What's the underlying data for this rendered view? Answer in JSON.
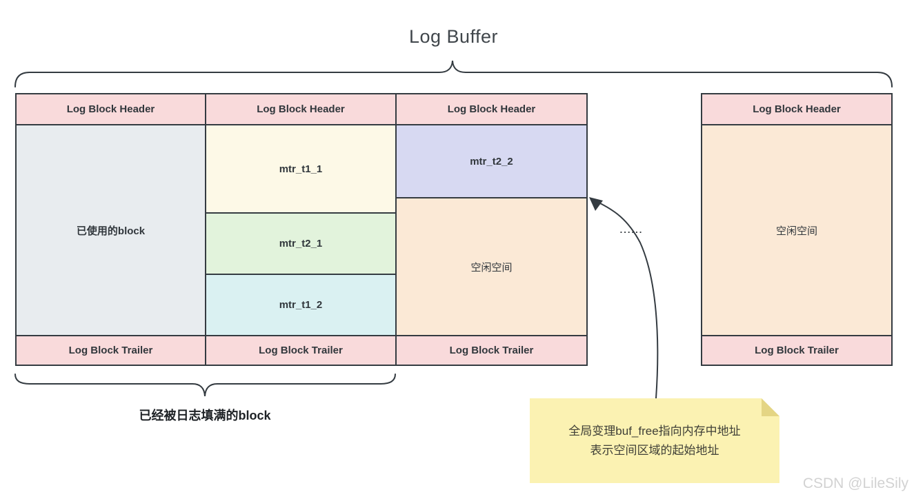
{
  "title": "Log Buffer",
  "ellipsis": "......",
  "bottom_label": "已经被日志填满的block",
  "note": {
    "line1": "全局变理buf_free指向内存中地址",
    "line2": "表示空间区域的起始地址"
  },
  "watermark": "CSDN @LileSily",
  "colors": {
    "stroke": "#343b41",
    "pink": "#f9dadb",
    "gray": "#e8ecef",
    "cream": "#fdf9e7",
    "green": "#e2f3dc",
    "cyan": "#daf1f2",
    "lavender": "#d7d9f2",
    "peach": "#fbe9d6",
    "note_bg": "#fbf2b2",
    "note_fold": "#e4d584"
  },
  "blocks": [
    {
      "header": "Log Block Header",
      "trailer": "Log Block Trailer",
      "regions": [
        {
          "label": "已使用的block"
        }
      ]
    },
    {
      "header": "Log Block Header",
      "trailer": "Log Block Trailer",
      "regions": [
        {
          "label": "mtr_t1_1"
        },
        {
          "label": "mtr_t2_1"
        },
        {
          "label": "mtr_t1_2"
        }
      ]
    },
    {
      "header": "Log Block Header",
      "trailer": "Log Block Trailer",
      "regions": [
        {
          "label": "mtr_t2_2"
        },
        {
          "label": "空闲空间"
        }
      ]
    },
    {
      "header": "Log Block Header",
      "trailer": "Log Block Trailer",
      "regions": [
        {
          "label": "空闲空间"
        }
      ]
    }
  ]
}
